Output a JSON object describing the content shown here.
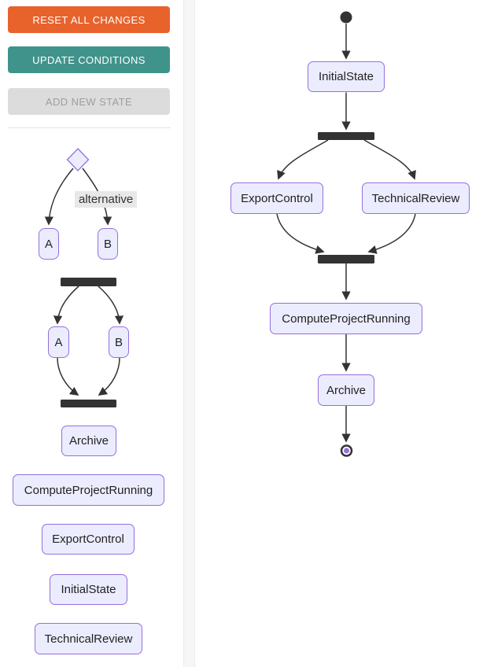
{
  "sidebar": {
    "buttons": [
      {
        "label": "RESET ALL CHANGES"
      },
      {
        "label": "UPDATE CONDITIONS"
      },
      {
        "label": "ADD NEW STATE"
      }
    ],
    "legend_choice": {
      "edge_label": "alternative",
      "branch_a": "A",
      "branch_b": "B"
    },
    "legend_fork": {
      "branch_a": "A",
      "branch_b": "B"
    },
    "state_list": [
      "Archive",
      "ComputeProjectRunning",
      "ExportControl",
      "InitialState",
      "TechnicalReview"
    ]
  },
  "canvas": {
    "nodes": {
      "initial_state": "InitialState",
      "export_control": "ExportControl",
      "technical_review": "TechnicalReview",
      "compute_project_running": "ComputeProjectRunning",
      "archive": "Archive"
    }
  },
  "colors": {
    "reset_button": "#e8622c",
    "update_button": "#40938b",
    "disabled_button_bg": "#dcdcdc",
    "disabled_button_text": "#9e9e9e",
    "state_fill": "#ececff",
    "state_border": "#9370db",
    "bar_and_edge": "#333333",
    "final_state_dot": "#9370db",
    "edge_label_bg": "#e8e8e8"
  }
}
